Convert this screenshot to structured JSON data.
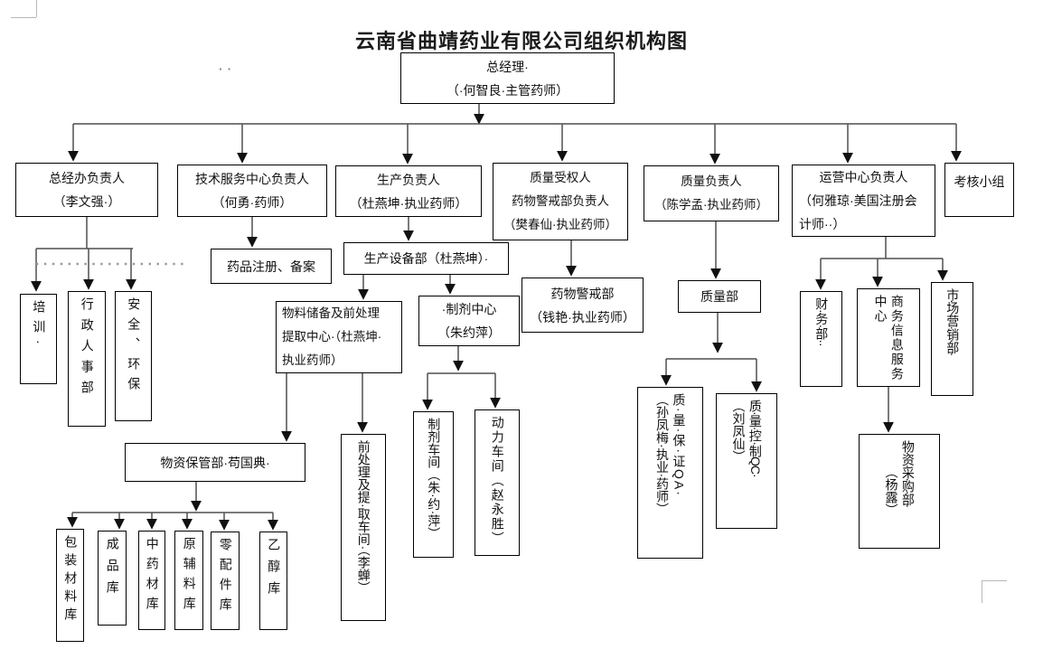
{
  "title": "云南省曲靖药业有限公司组织机构图",
  "stray_marks": "··",
  "nodes": {
    "gm": {
      "lines": [
        "总经理·",
        "（·何智良·主管药师）"
      ]
    },
    "zjb": {
      "lines": [
        "总经办负责人",
        "（李文强·）"
      ]
    },
    "jsfw": {
      "lines": [
        "技术服务中心负责人",
        "（何勇·药师）"
      ]
    },
    "sc": {
      "lines": [
        "生产负责人",
        "（杜燕坤·执业药师）"
      ]
    },
    "zlsq": {
      "lines": [
        "质量受权人",
        "药物警戒部负责人",
        "（樊春仙·执业药师）"
      ]
    },
    "zlfz": {
      "lines": [
        "质量负责人",
        "（陈学孟·执业药师）"
      ]
    },
    "yy": {
      "lines": [
        "运营中心负责人",
        "（何雅琼·美国注册会",
        "计师··）"
      ]
    },
    "khxz": {
      "lines": [
        "考核小组"
      ]
    },
    "ypzc": {
      "lines": [
        "药品注册、备案"
      ]
    },
    "scsb": {
      "lines": [
        "生产设备部（杜燕坤）·"
      ]
    },
    "ywjjb": {
      "lines": [
        "药物警戒部",
        "（钱艳·执业药师）"
      ]
    },
    "zlb": {
      "lines": [
        "质量部"
      ]
    },
    "wlcb": {
      "lines": [
        "物料储备及前处理",
        "提取中心·（杜燕坤·",
        "执业药师）"
      ]
    },
    "zjzx": {
      "lines": [
        "·制剂中心",
        "（朱约萍）"
      ]
    },
    "wzbg": {
      "lines": [
        "物资保管部·苟国典·"
      ]
    },
    "px": {
      "cols": [
        "培训·"
      ]
    },
    "xzrs": {
      "cols": [
        "行政人事部"
      ]
    },
    "aqhb": {
      "cols": [
        "安全、环保"
      ]
    },
    "cwb": {
      "cols": [
        "财·务·部··"
      ]
    },
    "swxx": {
      "cols": [
        "商务信息服务",
        "中心"
      ]
    },
    "scyx": {
      "cols": [
        "市·场·营·销·部·"
      ]
    },
    "qa": {
      "cols": [
        "质·量·保·证QA·",
        "（孙凤梅·执业·药师）"
      ]
    },
    "qc": {
      "cols": [
        "质·量·控·制QC·",
        "（刘凤仙）"
      ]
    },
    "wzcg": {
      "cols": [
        "物·资·采·购·部·",
        "（杨露）"
      ]
    },
    "qcl": {
      "cols": [
        "前处理及提·取车间·（李蝉）"
      ]
    },
    "zjcj": {
      "cols": [
        "制剂车间（朱·约·萍）"
      ]
    },
    "dlcj": {
      "cols": [
        "动力车间（赵永胜）"
      ]
    },
    "wh1": {
      "cols": [
        "包装材料库"
      ]
    },
    "wh2": {
      "cols": [
        "成品库"
      ]
    },
    "wh3": {
      "cols": [
        "中药材库"
      ]
    },
    "wh4": {
      "cols": [
        "原辅料库"
      ]
    },
    "wh5": {
      "cols": [
        "零配件库"
      ]
    },
    "wh6": {
      "cols": [
        "乙醇库"
      ]
    }
  },
  "edges": [
    [
      "gm",
      "zjb"
    ],
    [
      "gm",
      "jsfw"
    ],
    [
      "gm",
      "sc"
    ],
    [
      "gm",
      "zlsq"
    ],
    [
      "gm",
      "zlfz"
    ],
    [
      "gm",
      "yy"
    ],
    [
      "gm",
      "khxz"
    ],
    [
      "zjb",
      "px"
    ],
    [
      "zjb",
      "xzrs"
    ],
    [
      "zjb",
      "aqhb"
    ],
    [
      "jsfw",
      "ypzc"
    ],
    [
      "sc",
      "scsb"
    ],
    [
      "scsb",
      "wlcb"
    ],
    [
      "scsb",
      "zjzx"
    ],
    [
      "wlcb",
      "wzbg"
    ],
    [
      "wlcb",
      "qcl"
    ],
    [
      "zjzx",
      "zjcj"
    ],
    [
      "zjzx",
      "dlcj"
    ],
    [
      "zlsq",
      "ywjjb"
    ],
    [
      "zlfz",
      "zlb"
    ],
    [
      "zlb",
      "qa"
    ],
    [
      "zlb",
      "qc"
    ],
    [
      "yy",
      "cwb"
    ],
    [
      "yy",
      "swxx"
    ],
    [
      "yy",
      "scyx"
    ],
    [
      "swxx",
      "wzcg"
    ],
    [
      "wzbg",
      "wh1"
    ],
    [
      "wzbg",
      "wh2"
    ],
    [
      "wzbg",
      "wh3"
    ],
    [
      "wzbg",
      "wh4"
    ],
    [
      "wzbg",
      "wh5"
    ],
    [
      "wzbg",
      "wh6"
    ]
  ]
}
